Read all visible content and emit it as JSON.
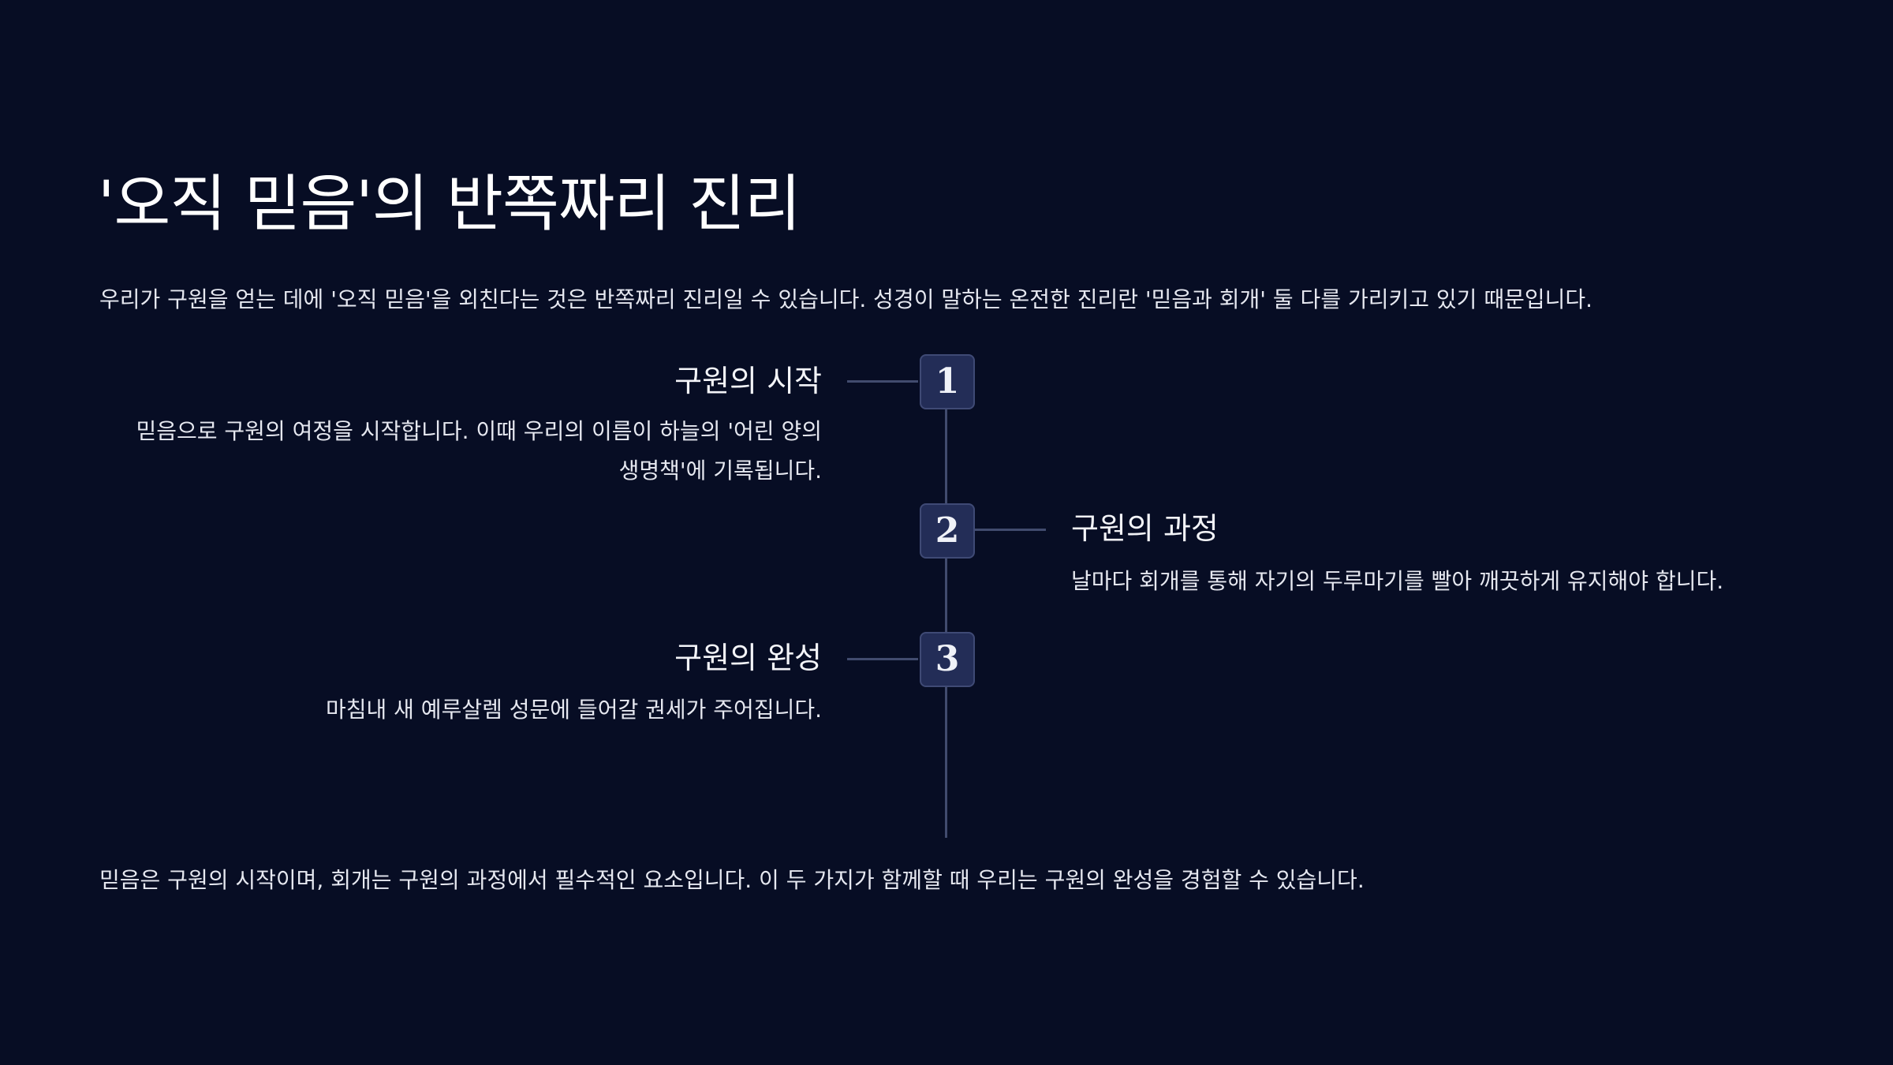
{
  "slide": {
    "title": "'오직 믿음'의 반쪽짜리 진리",
    "intro": "우리가 구원을 얻는 데에 '오직 믿음'을 외친다는 것은 반쪽짜리 진리일 수 있습니다. 성경이 말하는 온전한 진리란 '믿음과 회개' 둘 다를 가리키고 있기 때문입니다.",
    "conclusion": "믿음은 구원의 시작이며, 회개는 구원의 과정에서 필수적인 요소입니다. 이 두 가지가 함께할 때 우리는 구원의 완성을 경험할 수 있습니다."
  },
  "timeline": {
    "steps": [
      {
        "number": "1",
        "title": "구원의 시작",
        "description": "믿음으로 구원의 여정을 시작합니다. 이때 우리의 이름이 하늘의 '어린 양의 생명책'에 기록됩니다."
      },
      {
        "number": "2",
        "title": "구원의 과정",
        "description": "날마다 회개를 통해 자기의 두루마기를 빨아 깨끗하게 유지해야 합니다."
      },
      {
        "number": "3",
        "title": "구원의 완성",
        "description": "마침내 새 예루살렘 성문에 들어갈 권세가 주어집니다."
      }
    ]
  },
  "colors": {
    "background": "#070d24",
    "marker_fill": "#232d57",
    "line": "#414b6e"
  }
}
